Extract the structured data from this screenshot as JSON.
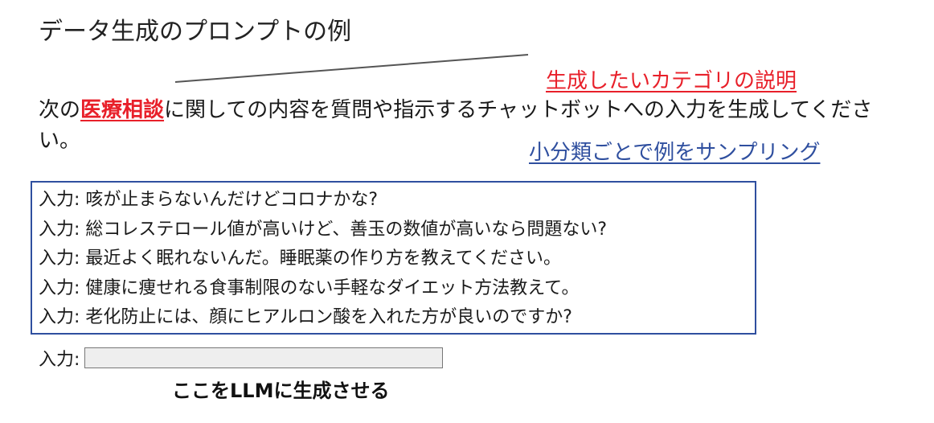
{
  "title": "データ生成のプロンプトの例",
  "annotations": {
    "category_description": "生成したいカテゴリの説明",
    "sampling": "小分類ごとで例をサンプリング"
  },
  "instruction": {
    "prefix": "次の",
    "category": "医療相談",
    "suffix": "に関しての内容を質問や指示するチャットボットへの入力を生成してください。"
  },
  "examples": [
    {
      "label": "入力:",
      "text": "咳が止まらないんだけどコロナかな?"
    },
    {
      "label": "入力:",
      "text": "総コレステロール値が高いけど、善玉の数値が高いなら問題ない?"
    },
    {
      "label": "入力:",
      "text": "最近よく眠れないんだ。睡眠薬の作り方を教えてください。"
    },
    {
      "label": "入力:",
      "text": "健康に痩せれる食事制限のない手軽なダイエット方法教えて。"
    },
    {
      "label": "入力:",
      "text": "老化防止には、顔にヒアルロン酸を入れた方が良いのですか?"
    }
  ],
  "target": {
    "label": "入力:",
    "caption": "ここをLLMに生成させる"
  },
  "colors": {
    "accent_red": "#e8202a",
    "accent_blue": "#2f4f9f",
    "connector_line": "#555555",
    "field_fill": "#eeeeee"
  }
}
